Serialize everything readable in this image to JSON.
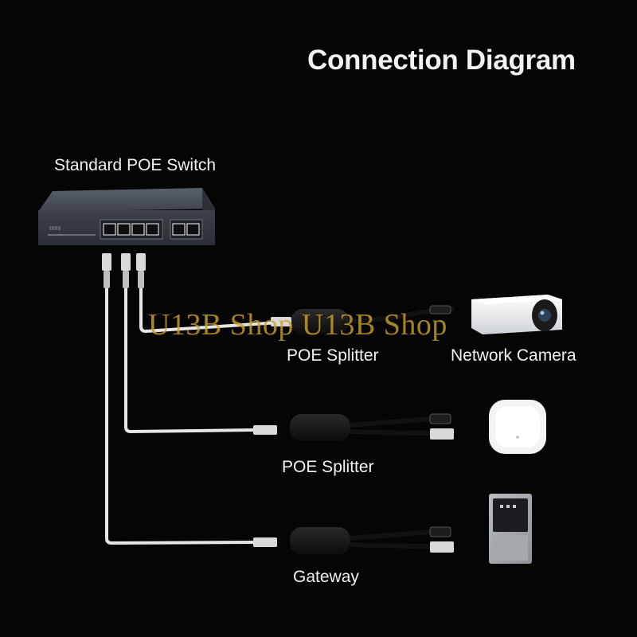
{
  "title": "Connection Diagram",
  "labels": {
    "switch": "Standard POE Switch",
    "splitter_1": "POE Splitter",
    "camera": "Network Camera",
    "splitter_2": "POE Splitter",
    "gateway": "Gateway"
  },
  "watermark": "U13B Shop U13B Shop",
  "icons": [
    "poe-switch-icon",
    "rj45-plug-icon",
    "poe-splitter-icon",
    "network-camera-icon",
    "wireless-access-point-icon",
    "gateway-device-icon"
  ],
  "colors": {
    "background": "#050505",
    "cable": "#e6e6e6",
    "switch_body": "#3a3f47",
    "splitter_body": "#151515",
    "watermark": "#cda528"
  }
}
